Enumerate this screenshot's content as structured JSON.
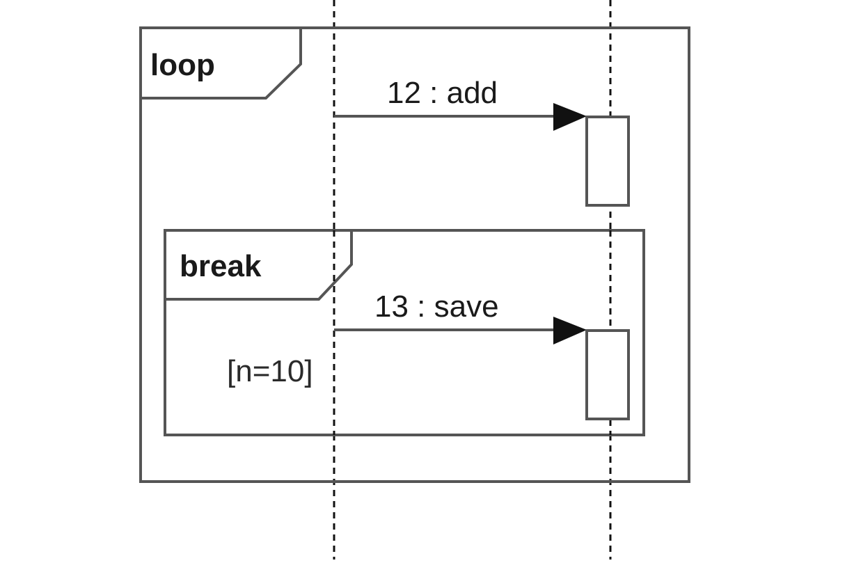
{
  "diagram": {
    "type": "sequence-diagram",
    "colors": {
      "line": "#555555",
      "text": "#1a1a1a",
      "background": "#ffffff"
    },
    "fragments": {
      "loop": {
        "operator": "loop"
      },
      "break": {
        "operator": "break",
        "guard": "[n=10]"
      }
    },
    "messages": [
      {
        "label": "12 : add"
      },
      {
        "label": "13 : save"
      }
    ]
  }
}
